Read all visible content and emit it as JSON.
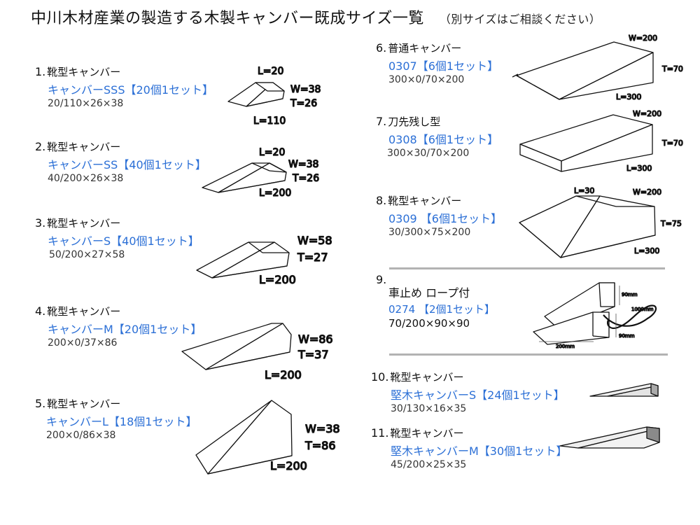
{
  "page": {
    "title": "中川木材産業の製造する木製キャンバー既成サイズ一覧",
    "subtitle": "（別サイズはご相談ください）"
  },
  "items": [
    {
      "num": "1.",
      "type": "靴型キャンバー",
      "product": "キャンバーSSS【20個1セット】",
      "dims": "20/110×26×38",
      "labels": {
        "top": "L=20",
        "w": "W=38",
        "t": "T=26",
        "bottom": "L=110"
      }
    },
    {
      "num": "2.",
      "type": "靴型キャンバー",
      "product": "キャンバーSS【40個1セット】",
      "dims": "40/200×26×38",
      "labels": {
        "top": "L=20",
        "w": "W=38",
        "t": "T=26",
        "bottom": "L=200"
      }
    },
    {
      "num": "3.",
      "type": "靴型キャンバー",
      "product": "キャンバーS【40個1セット】",
      "dims": "50/200×27×58",
      "labels": {
        "w": "W=58",
        "t": "T=27",
        "bottom": "L=200"
      }
    },
    {
      "num": "4.",
      "type": "靴型キャンバー",
      "product": "キャンバーM【20個1セット】",
      "dims": "200×0/37×86",
      "labels": {
        "w": "W=86",
        "t": "T=37",
        "bottom": "L=200"
      }
    },
    {
      "num": "5.",
      "type": "靴型キャンバー",
      "product": "キャンバーL【18個1セット】",
      "dims": "200×0/86×38",
      "labels": {
        "w": "W=38",
        "t": "T=86",
        "bottom": "L=200"
      }
    },
    {
      "num": "6.",
      "type": "普通キャンバー",
      "product": "0307【6個1セット】",
      "dims": "300×0/70×200",
      "labels": {
        "w": "W=200",
        "t": "T=70",
        "bottom": "L=300"
      }
    },
    {
      "num": "7.",
      "type": "刀先残し型",
      "product": "0308【6個1セット】",
      "dims": "300×30/70×200",
      "labels": {
        "w": "W=200",
        "t": "T=70",
        "bottom": "L=300"
      }
    },
    {
      "num": "8.",
      "type": "靴型キャンバー",
      "product": "0309 【6個1セット】",
      "dims": "30/300×75×200",
      "labels": {
        "top": "L=30",
        "w": "W=200",
        "t": "T=75",
        "bottom": "L=300"
      }
    },
    {
      "num": "9.",
      "type": "車止め ロープ付",
      "product": "0274 【2個1セット】",
      "dims": "70/200×90×90",
      "labels": {
        "h1": "90mm",
        "rope": "1000mm",
        "h2": "90mm",
        "len": "200mm"
      }
    },
    {
      "num": "10.",
      "type": "靴型キャンバー",
      "product": "堅木キャンバーS【24個1セット】",
      "dims": "30/130×16×35"
    },
    {
      "num": "11.",
      "type": "靴型キャンバー",
      "product": "堅木キャンバーM【30個1セット】",
      "dims": "45/200×25×35"
    }
  ]
}
